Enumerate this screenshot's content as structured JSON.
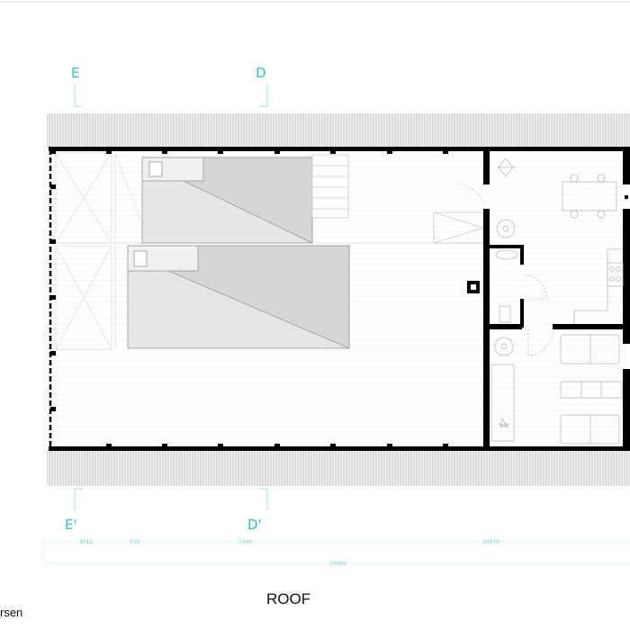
{
  "plan": {
    "title": "ROOF",
    "credit_fragment": "rsen",
    "section_markers": {
      "e_top": "E",
      "d_top": "D",
      "e_bottom": "E'",
      "d_bottom": "D'"
    },
    "dimensions": {
      "d1": "3015",
      "d2": "515",
      "d3": "7300",
      "d4": "10070",
      "total": "20900"
    },
    "colors": {
      "accent": "#2cc5c0",
      "wall": "#000000",
      "car_roof": "#d9d9d9"
    }
  }
}
